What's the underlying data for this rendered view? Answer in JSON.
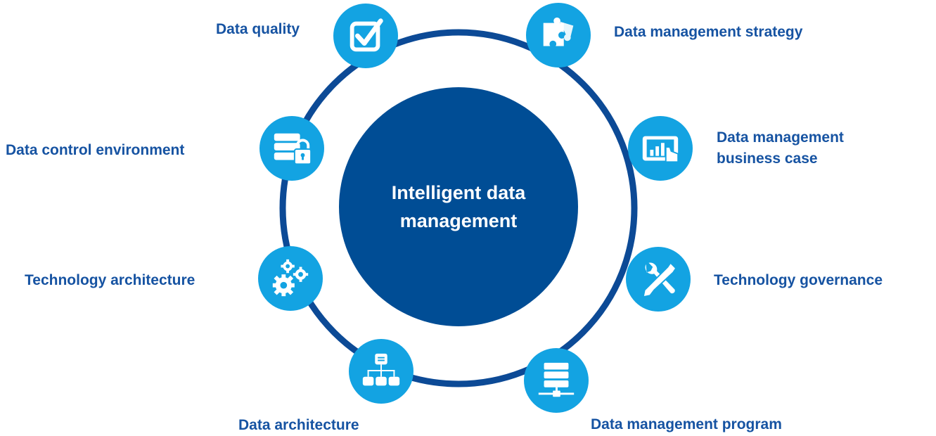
{
  "colors": {
    "ring": "#0c4a96",
    "center_fill": "#004d95",
    "icon_fill": "#13a3e2",
    "label_text": "#1653a2",
    "center_text": "#ffffff"
  },
  "center": {
    "label_line1": "Intelligent data",
    "label_line2": "management"
  },
  "nodes": [
    {
      "label": "Data quality",
      "icon": "checkbox-icon"
    },
    {
      "label": "Data management strategy",
      "icon": "puzzle-icon"
    },
    {
      "label_line1": "Data management",
      "label_line2": "business case",
      "icon": "tablet-chart-icon"
    },
    {
      "label": "Technology governance",
      "icon": "tools-icon"
    },
    {
      "label": "Data management program",
      "icon": "server-network-icon"
    },
    {
      "label": "Data architecture",
      "icon": "hierarchy-icon"
    },
    {
      "label": "Technology architecture",
      "icon": "gears-icon"
    },
    {
      "label": "Data control environment",
      "icon": "database-lock-icon"
    }
  ]
}
